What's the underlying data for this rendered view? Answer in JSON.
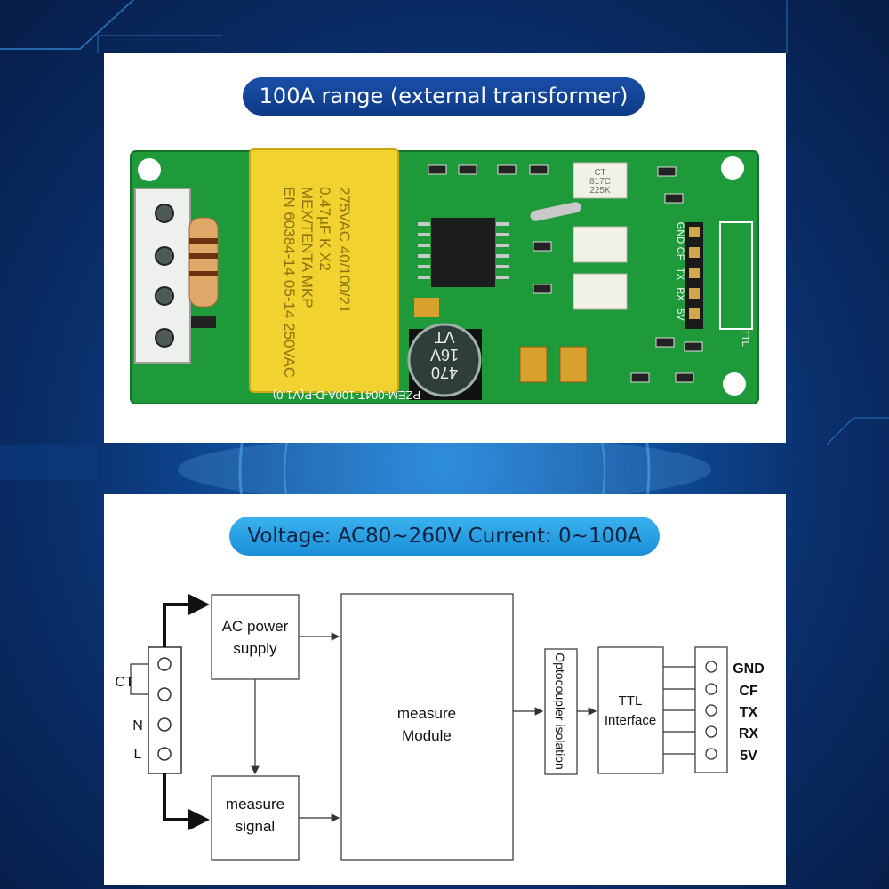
{
  "top_panel": {
    "title": "100A range (external transformer)",
    "board": {
      "capacitor_text": [
        "MEX/TENTA MKP",
        "0.47µF K X2",
        "275VAC 40/100/21",
        "EN 60384-14 05-14 250VAC"
      ],
      "electrolytic_text": [
        "470",
        "16V",
        "VT"
      ],
      "board_label": "PZEM-004T-100A-D-P(V1.0)",
      "pin_labels": [
        "GND",
        "CF",
        "TX",
        "RX",
        "5V"
      ],
      "ttl_label": "TTL",
      "optocoupler_text": [
        "CT",
        "817C",
        "225K"
      ]
    }
  },
  "bottom_panel": {
    "title": "Voltage: AC80~260V  Current: 0~100A",
    "diagram": {
      "input_labels": {
        "ct": "CT",
        "n": "N",
        "l": "L"
      },
      "ac_power_supply": [
        "AC power",
        "supply"
      ],
      "measure_signal": [
        "measure",
        "signal"
      ],
      "measure_module": [
        "measure",
        "Module"
      ],
      "optocoupler": "Optocoupler isolation",
      "ttl_interface": [
        "TTL",
        "Interface"
      ],
      "output_pins": [
        "GND",
        "CF",
        "TX",
        "RX",
        "5V"
      ]
    }
  },
  "colors": {
    "background": "#0a2f6b",
    "pcb_green": "#1f9a3a",
    "capacitor_yellow": "#f2d22e",
    "pill_dark": "#12449a",
    "pill_light": "#2ba3e6"
  }
}
